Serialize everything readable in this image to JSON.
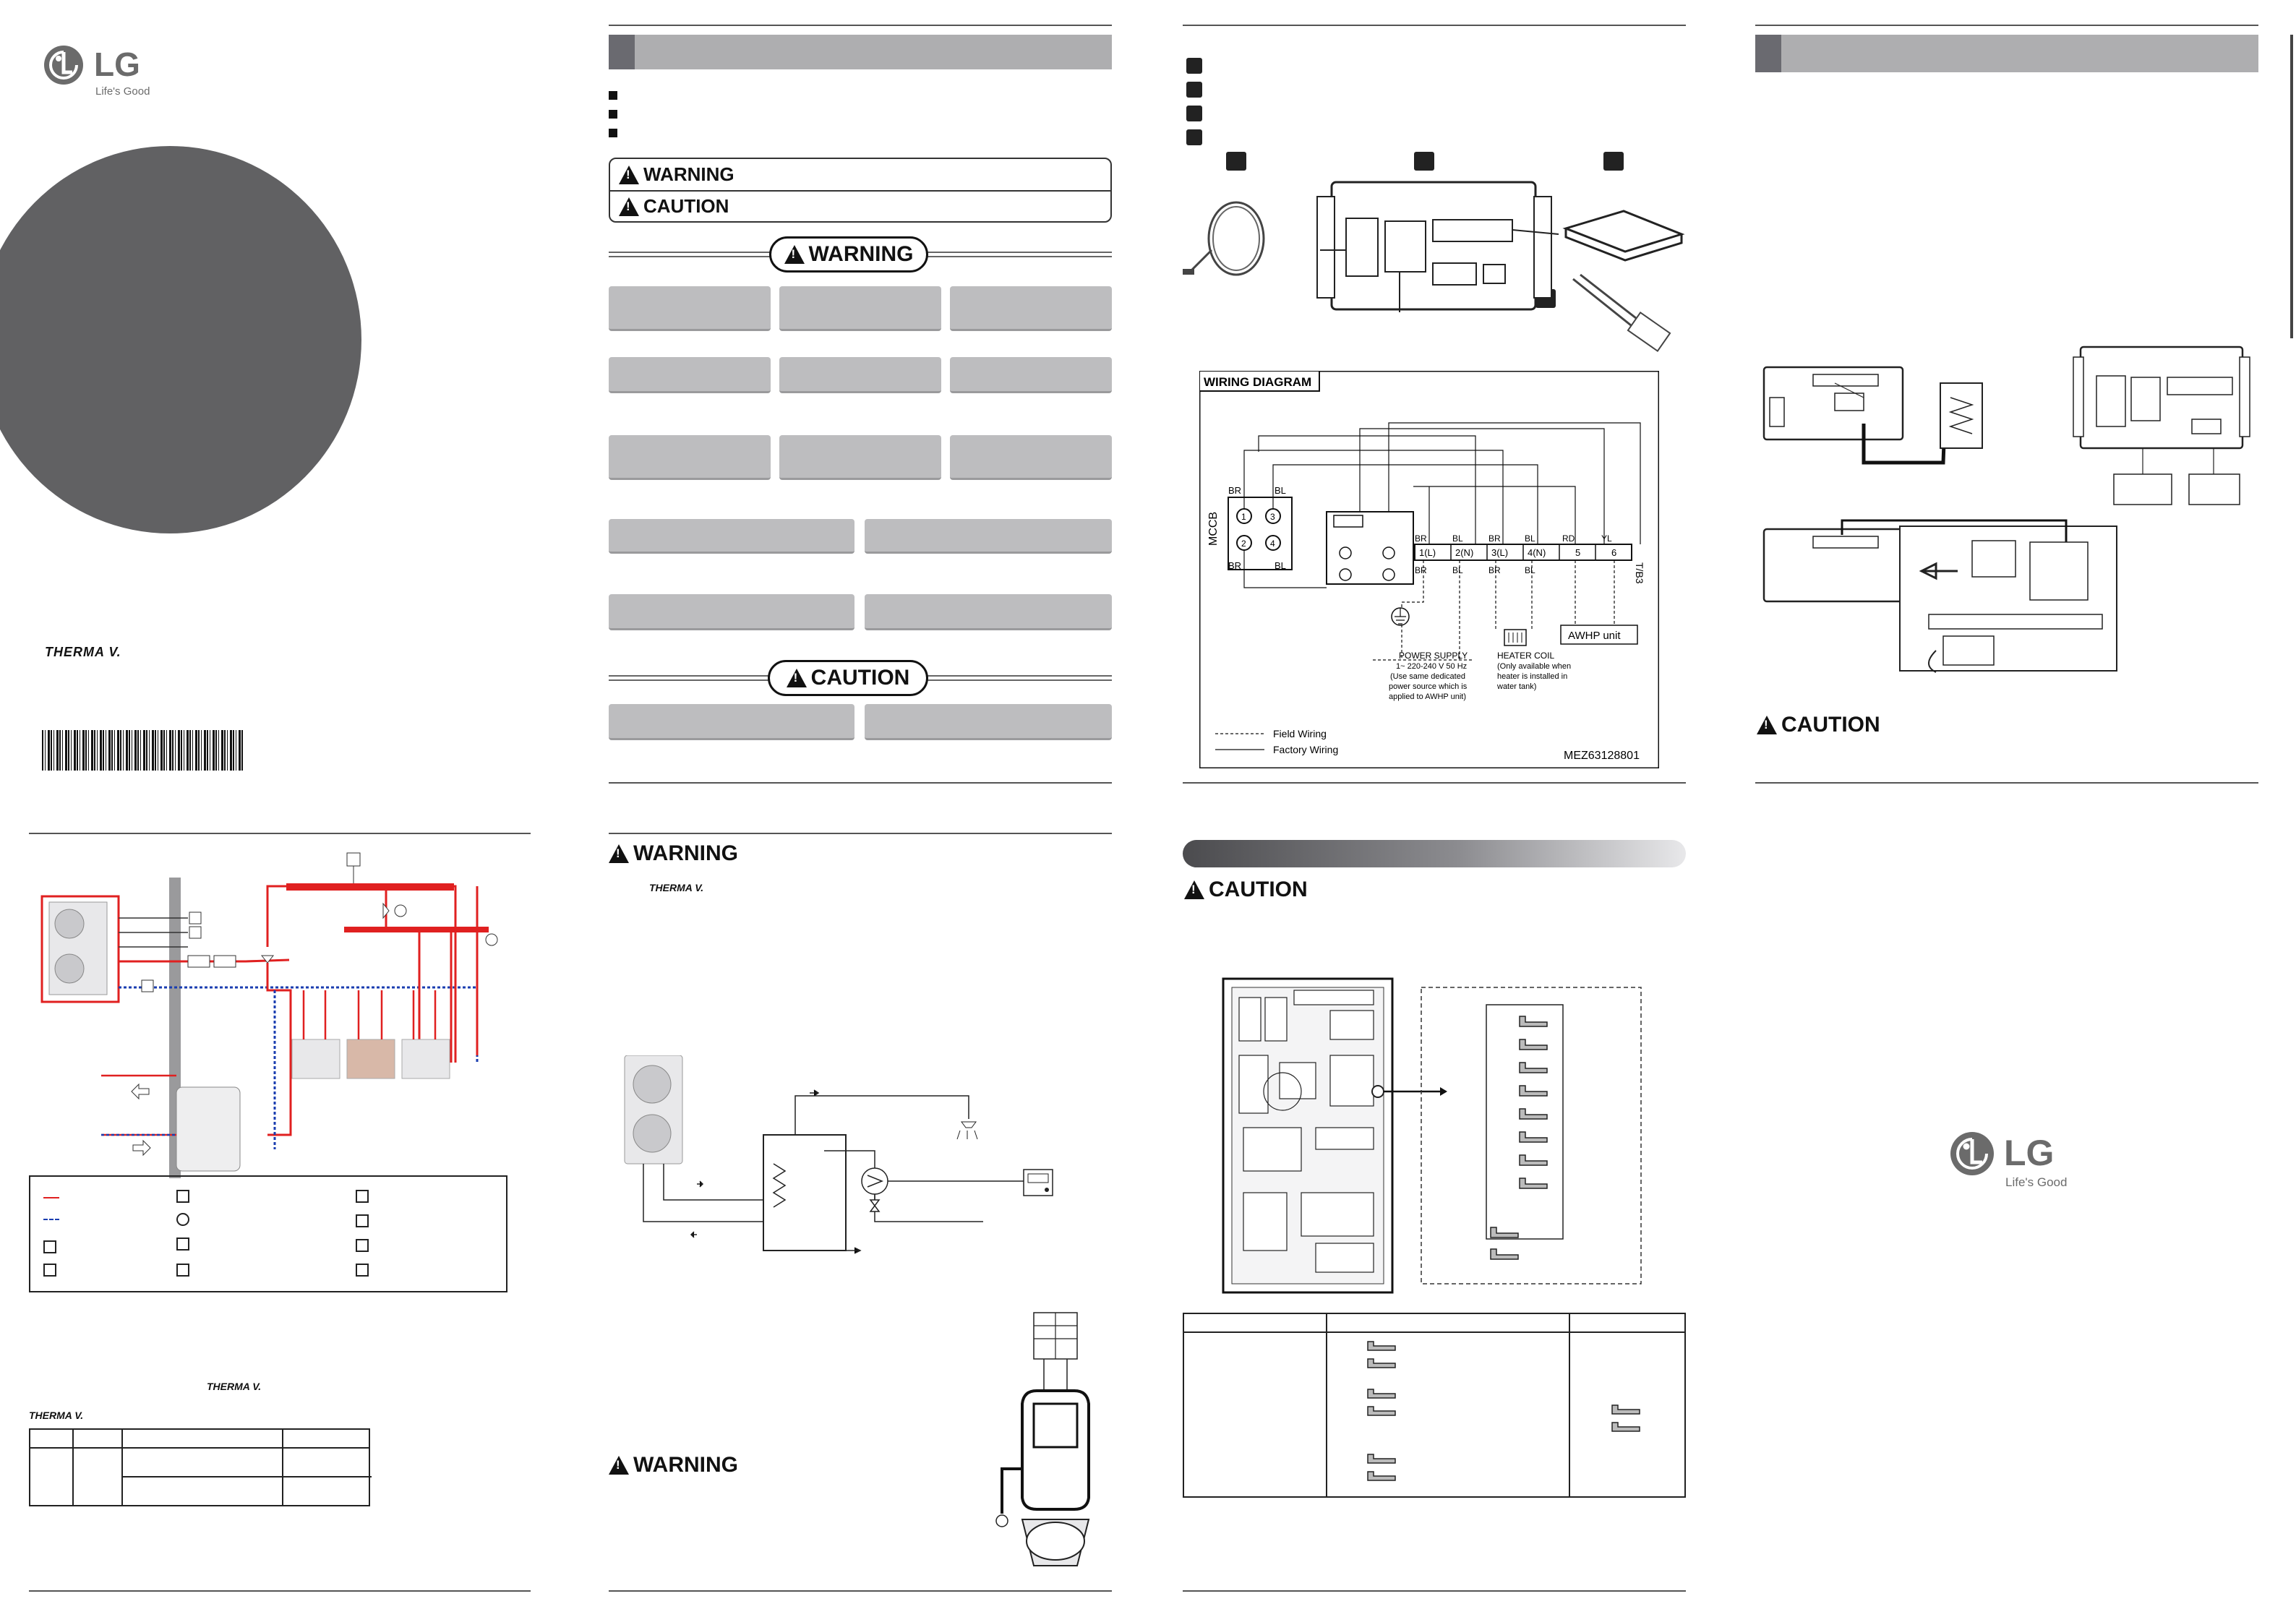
{
  "brand": {
    "logo_text": "LG",
    "tagline": "Life's Good",
    "product_logo": "THERMA V."
  },
  "panel2": {
    "warning_label": "WARNING",
    "caution_label": "CAUTION",
    "warning_banner": "WARNING",
    "caution_banner": "CAUTION"
  },
  "panel3": {
    "wiring_title": "WIRING DIAGRAM",
    "mccb": "MCCB",
    "tb3": "T/B3",
    "terminals": [
      "1(L)",
      "2(N)",
      "3(L)",
      "4(N)",
      "5",
      "6"
    ],
    "wire_colors_top": [
      "BR",
      "BL",
      "BR",
      "BL",
      "RD",
      "YL"
    ],
    "wire_colors_bottom": [
      "BR",
      "BL",
      "BR",
      "BL"
    ],
    "mccb_colors": [
      "BR",
      "BL",
      "BR",
      "BL"
    ],
    "mccb_poles": [
      "1",
      "3",
      "2",
      "4"
    ],
    "awhp_unit": "AWHP unit",
    "power_supply": [
      "POWER SUPPLY",
      "1~ 220-240 V 50 Hz",
      "(Use same dedicated",
      "power source which is",
      "applied to AWHP unit)"
    ],
    "heater_coil": [
      "HEATER COIL",
      "(Only available when",
      "heater is installed in",
      "water tank)"
    ],
    "legend_field": "Field Wiring",
    "legend_factory": "Factory Wiring",
    "part_no": "MEZ63128801"
  },
  "panel6": {
    "warning_label": "WARNING",
    "warning_label_2": "WARNING"
  },
  "panel7": {
    "caution_label": "CAUTION"
  },
  "panel8": {
    "caution_label": "CAUTION"
  }
}
